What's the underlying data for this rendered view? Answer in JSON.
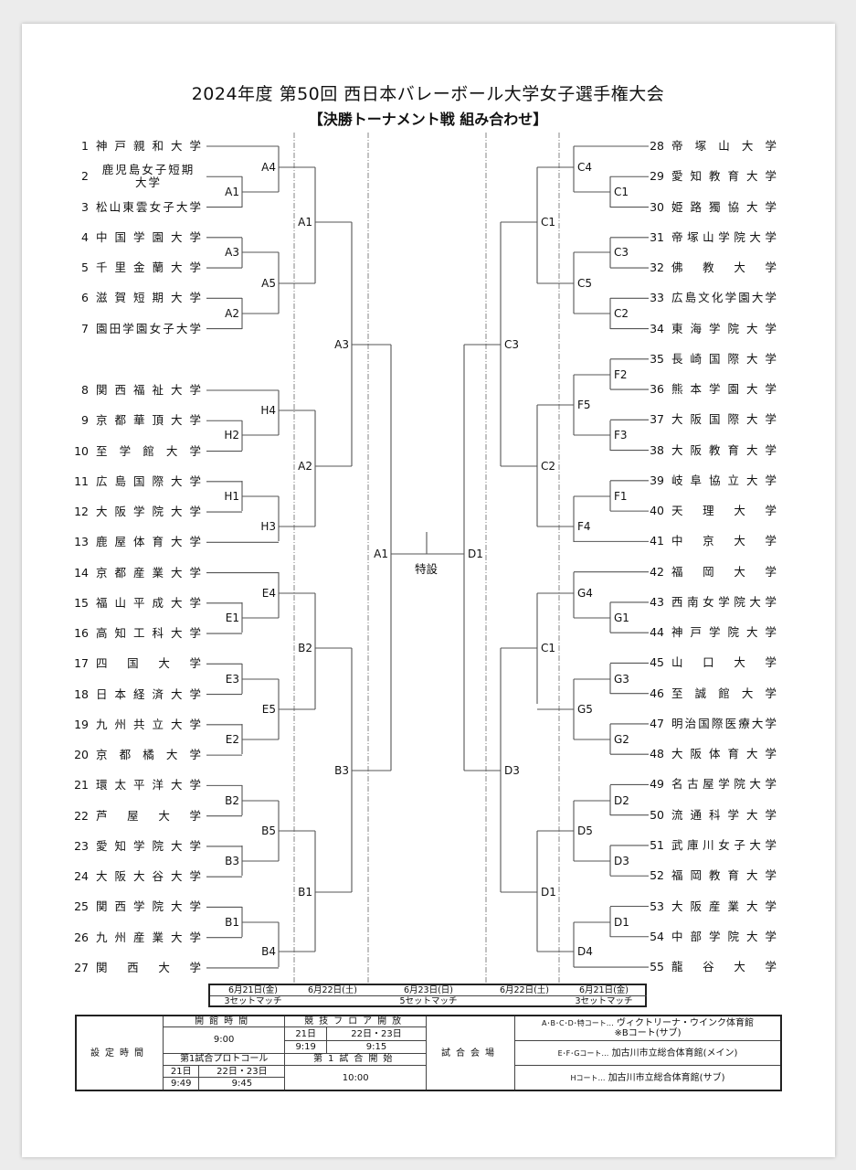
{
  "title": "2024年度 第50回 西日本バレーボール大学女子選手権大会",
  "subtitle": "【決勝トーナメント戦 組み合わせ】",
  "left_teams": [
    {
      "no": "1",
      "name": "神戸親和大学"
    },
    {
      "no": "2",
      "name": "鹿児島女子短期大学"
    },
    {
      "no": "3",
      "name": "松山東雲女子大学"
    },
    {
      "no": "4",
      "name": "中国学園大学"
    },
    {
      "no": "5",
      "name": "千里金蘭大学"
    },
    {
      "no": "6",
      "name": "滋賀短期大学"
    },
    {
      "no": "7",
      "name": "園田学園女子大学"
    },
    {
      "no": "8",
      "name": "関西福祉大学"
    },
    {
      "no": "9",
      "name": "京都華頂大学"
    },
    {
      "no": "10",
      "name": "至学館大学"
    },
    {
      "no": "11",
      "name": "広島国際大学"
    },
    {
      "no": "12",
      "name": "大阪学院大学"
    },
    {
      "no": "13",
      "name": "鹿屋体育大学"
    },
    {
      "no": "14",
      "name": "京都産業大学"
    },
    {
      "no": "15",
      "name": "福山平成大学"
    },
    {
      "no": "16",
      "name": "高知工科大学"
    },
    {
      "no": "17",
      "name": "四国大学"
    },
    {
      "no": "18",
      "name": "日本経済大学"
    },
    {
      "no": "19",
      "name": "九州共立大学"
    },
    {
      "no": "20",
      "name": "京都橘大学"
    },
    {
      "no": "21",
      "name": "環太平洋大学"
    },
    {
      "no": "22",
      "name": "芦屋大学"
    },
    {
      "no": "23",
      "name": "愛知学院大学"
    },
    {
      "no": "24",
      "name": "大阪大谷大学"
    },
    {
      "no": "25",
      "name": "関西学院大学"
    },
    {
      "no": "26",
      "name": "九州産業大学"
    },
    {
      "no": "27",
      "name": "関西大学"
    }
  ],
  "right_teams": [
    {
      "no": "28",
      "name": "帝塚山大学"
    },
    {
      "no": "29",
      "name": "愛知教育大学"
    },
    {
      "no": "30",
      "name": "姫路獨協大学"
    },
    {
      "no": "31",
      "name": "帝塚山学院大学"
    },
    {
      "no": "32",
      "name": "佛教大学"
    },
    {
      "no": "33",
      "name": "広島文化学園大学"
    },
    {
      "no": "34",
      "name": "東海学院大学"
    },
    {
      "no": "35",
      "name": "長崎国際大学"
    },
    {
      "no": "36",
      "name": "熊本学園大学"
    },
    {
      "no": "37",
      "name": "大阪国際大学"
    },
    {
      "no": "38",
      "name": "大阪教育大学"
    },
    {
      "no": "39",
      "name": "岐阜協立大学"
    },
    {
      "no": "40",
      "name": "天理大学"
    },
    {
      "no": "41",
      "name": "中京大学"
    },
    {
      "no": "42",
      "name": "福岡大学"
    },
    {
      "no": "43",
      "name": "西南女学院大学"
    },
    {
      "no": "44",
      "name": "神戸学院大学"
    },
    {
      "no": "45",
      "name": "山口大学"
    },
    {
      "no": "46",
      "name": "至誠館大学"
    },
    {
      "no": "47",
      "name": "明治国際医療大学"
    },
    {
      "no": "48",
      "name": "大阪体育大学"
    },
    {
      "no": "49",
      "name": "名古屋学院大学"
    },
    {
      "no": "50",
      "name": "流通科学大学"
    },
    {
      "no": "51",
      "name": "武庫川女子大学"
    },
    {
      "no": "52",
      "name": "福岡教育大学"
    },
    {
      "no": "53",
      "name": "大阪産業大学"
    },
    {
      "no": "54",
      "name": "中部学院大学"
    },
    {
      "no": "55",
      "name": "龍谷大学"
    }
  ],
  "left_matches": [
    "A1",
    "A4",
    "A3",
    "A2",
    "A5",
    "A1",
    "H2",
    "H4",
    "H1",
    "H3",
    "A2",
    "A3",
    "E1",
    "E4",
    "E3",
    "E2",
    "E5",
    "B2",
    "B2",
    "B3",
    "B5",
    "B1",
    "B4",
    "B1",
    "B3",
    "A1"
  ],
  "right_matches": [
    "C1",
    "C4",
    "C3",
    "C2",
    "C5",
    "C1",
    "F2",
    "F3",
    "F5",
    "F1",
    "F4",
    "C2",
    "C3",
    "G1",
    "G4",
    "C1",
    "G3",
    "G2",
    "G5",
    "D3",
    "D2",
    "D3",
    "D5",
    "D1",
    "D4",
    "D1",
    "D1"
  ],
  "final_court": "特設",
  "schedule": {
    "dates": [
      "6月21日(金)",
      "6月22日(土)",
      "6月23日(日)",
      "6月22日(土)",
      "6月21日(金)"
    ],
    "formats": [
      "3セットマッチ",
      "5セットマッチ",
      "3セットマッチ"
    ]
  },
  "info": {
    "setting_time": "設定時間",
    "opening_time": "開館時間",
    "opening_value": "9:00",
    "floor_open": "競技フロア開放",
    "floor_d1": "21日",
    "floor_d2": "22日・23日",
    "floor_t1": "9:19",
    "floor_t2": "9:15",
    "protocol": "第1試合プロトコール",
    "protocol_d1": "21日",
    "protocol_d2": "22日・23日",
    "protocol_t1": "9:49",
    "protocol_t2": "9:45",
    "first_match": "第1試合開始",
    "first_match_time": "10:00",
    "venue_label": "試合会場",
    "venue1_courts": "A･B･C･D･特コート…",
    "venue1_name": "ヴィクトリーナ・ウインク体育館",
    "venue1_note": "※Bコート(サブ)",
    "venue2_courts": "E･F･Gコート…",
    "venue2_name": "加古川市立総合体育館(メイン)",
    "venue3_courts": "Hコート…",
    "venue3_name": "加古川市立総合体育館(サブ)"
  }
}
